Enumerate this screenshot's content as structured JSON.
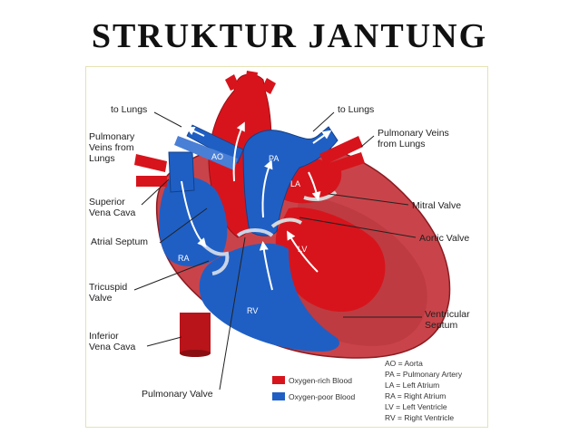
{
  "title": "STRUKTUR JANTUNG",
  "labels": {
    "to_lungs_left": "to Lungs",
    "to_lungs_right": "to Lungs",
    "pulm_veins_left": [
      "Pulmonary",
      "Veins from",
      "Lungs"
    ],
    "pulm_veins_right": [
      "Pulmonary Veins",
      "from Lungs"
    ],
    "superior_vena_cava": [
      "Superior",
      "Vena Cava"
    ],
    "atrial_septum": "Atrial Septum",
    "tricuspid_valve": [
      "Tricuspid",
      "Valve"
    ],
    "inferior_vena_cava": [
      "Inferior",
      "Vena Cava"
    ],
    "pulmonary_valve": "Pulmonary Valve",
    "mitral_valve": "Mitral Valve",
    "aortic_valve": "Aortic Valve",
    "ventricular_septum": [
      "Ventricular",
      "Septum"
    ]
  },
  "chambers": {
    "ao": "AO",
    "pa": "PA",
    "la": "LA",
    "lv": "LV",
    "ra": "RA",
    "rv": "RV"
  },
  "legend": {
    "oxygen_rich": "Oxygen-rich Blood",
    "oxygen_poor": "Oxygen-poor Blood",
    "abbreviations": [
      "AO = Aorta",
      "PA = Pulmonary Artery",
      "LA = Left Atrium",
      "RA = Right Atrium",
      "LV = Left Ventricle",
      "RV = Right Ventricle"
    ]
  },
  "colors": {
    "oxygen_rich": "#d7141c",
    "oxygen_poor": "#1f5fc4",
    "muscle": "#c9444a"
  }
}
